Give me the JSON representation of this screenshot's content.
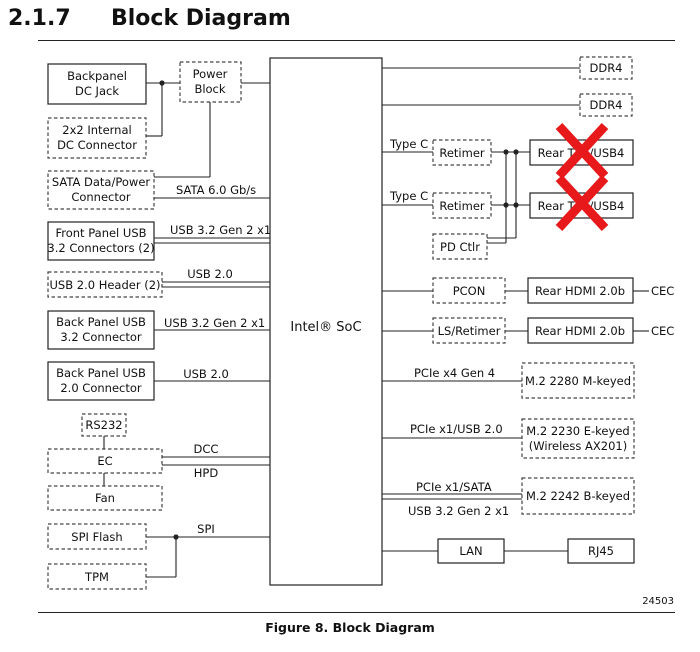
{
  "section": {
    "number": "2.1.7",
    "title": "Block Diagram"
  },
  "soc": "Intel® SoC",
  "left": {
    "backpanel_dc_jack": [
      "Backpanel",
      "DC Jack"
    ],
    "power_block": [
      "Power",
      "Block"
    ],
    "internal_dc_connector": [
      "2x2 Internal",
      "DC Connector"
    ],
    "sata_connector": [
      "SATA Data/Power",
      "Connector"
    ],
    "front_panel_usb": [
      "Front Panel USB",
      "3.2 Connectors (2)"
    ],
    "usb20_header": "USB 2.0 Header (2)",
    "back_panel_usb32": [
      "Back Panel USB",
      "3.2 Connector"
    ],
    "back_panel_usb20": [
      "Back Panel USB",
      "2.0 Connector"
    ],
    "rs232": "RS232",
    "ec": "EC",
    "fan": "Fan",
    "spi_flash": "SPI Flash",
    "tpm": "TPM"
  },
  "left_links": {
    "sata": "SATA 6.0 Gb/s",
    "front_usb": "USB 3.2 Gen 2 x1",
    "usb20": "USB 2.0",
    "back_usb32": "USB 3.2 Gen 2 x1",
    "back_usb20": "USB 2.0",
    "dcc": "DCC",
    "hpd": "HPD",
    "spi": "SPI"
  },
  "right": {
    "ddr4_1": "DDR4",
    "ddr4_2": "DDR4",
    "typec_1": "Type C",
    "typec_2": "Type C",
    "retimer_1": "Retimer",
    "retimer_2": "Retimer",
    "rear_usb4_1": "Rear TBT/USB4",
    "rear_usb4_2": "Rear TBT/USB4",
    "pd_ctlr": "PD Ctlr",
    "pcon": "PCON",
    "ls_retimer": "LS/Retimer",
    "rear_hdmi_1": "Rear HDMI 2.0b",
    "rear_hdmi_2": "Rear HDMI 2.0b",
    "cec_1": "CEC",
    "cec_2": "CEC",
    "pcie_x4": "PCIe x4 Gen 4",
    "m2_2280": "M.2 2280 M-keyed",
    "pcie_x1_usb": "PCIe x1/USB 2.0",
    "m2_2230": [
      "M.2 2230 E-keyed",
      "(Wireless AX201)"
    ],
    "pcie_x1_sata": "PCIe x1/SATA",
    "usb32_link": "USB 3.2 Gen 2 x1",
    "m2_2242": "M.2 2242 B-keyed",
    "lan": "LAN",
    "rj45": "RJ45"
  },
  "figure_id": "24503",
  "caption": "Figure 8.  Block Diagram",
  "colors": {
    "strike": "#e8191a",
    "line": "#222222"
  }
}
